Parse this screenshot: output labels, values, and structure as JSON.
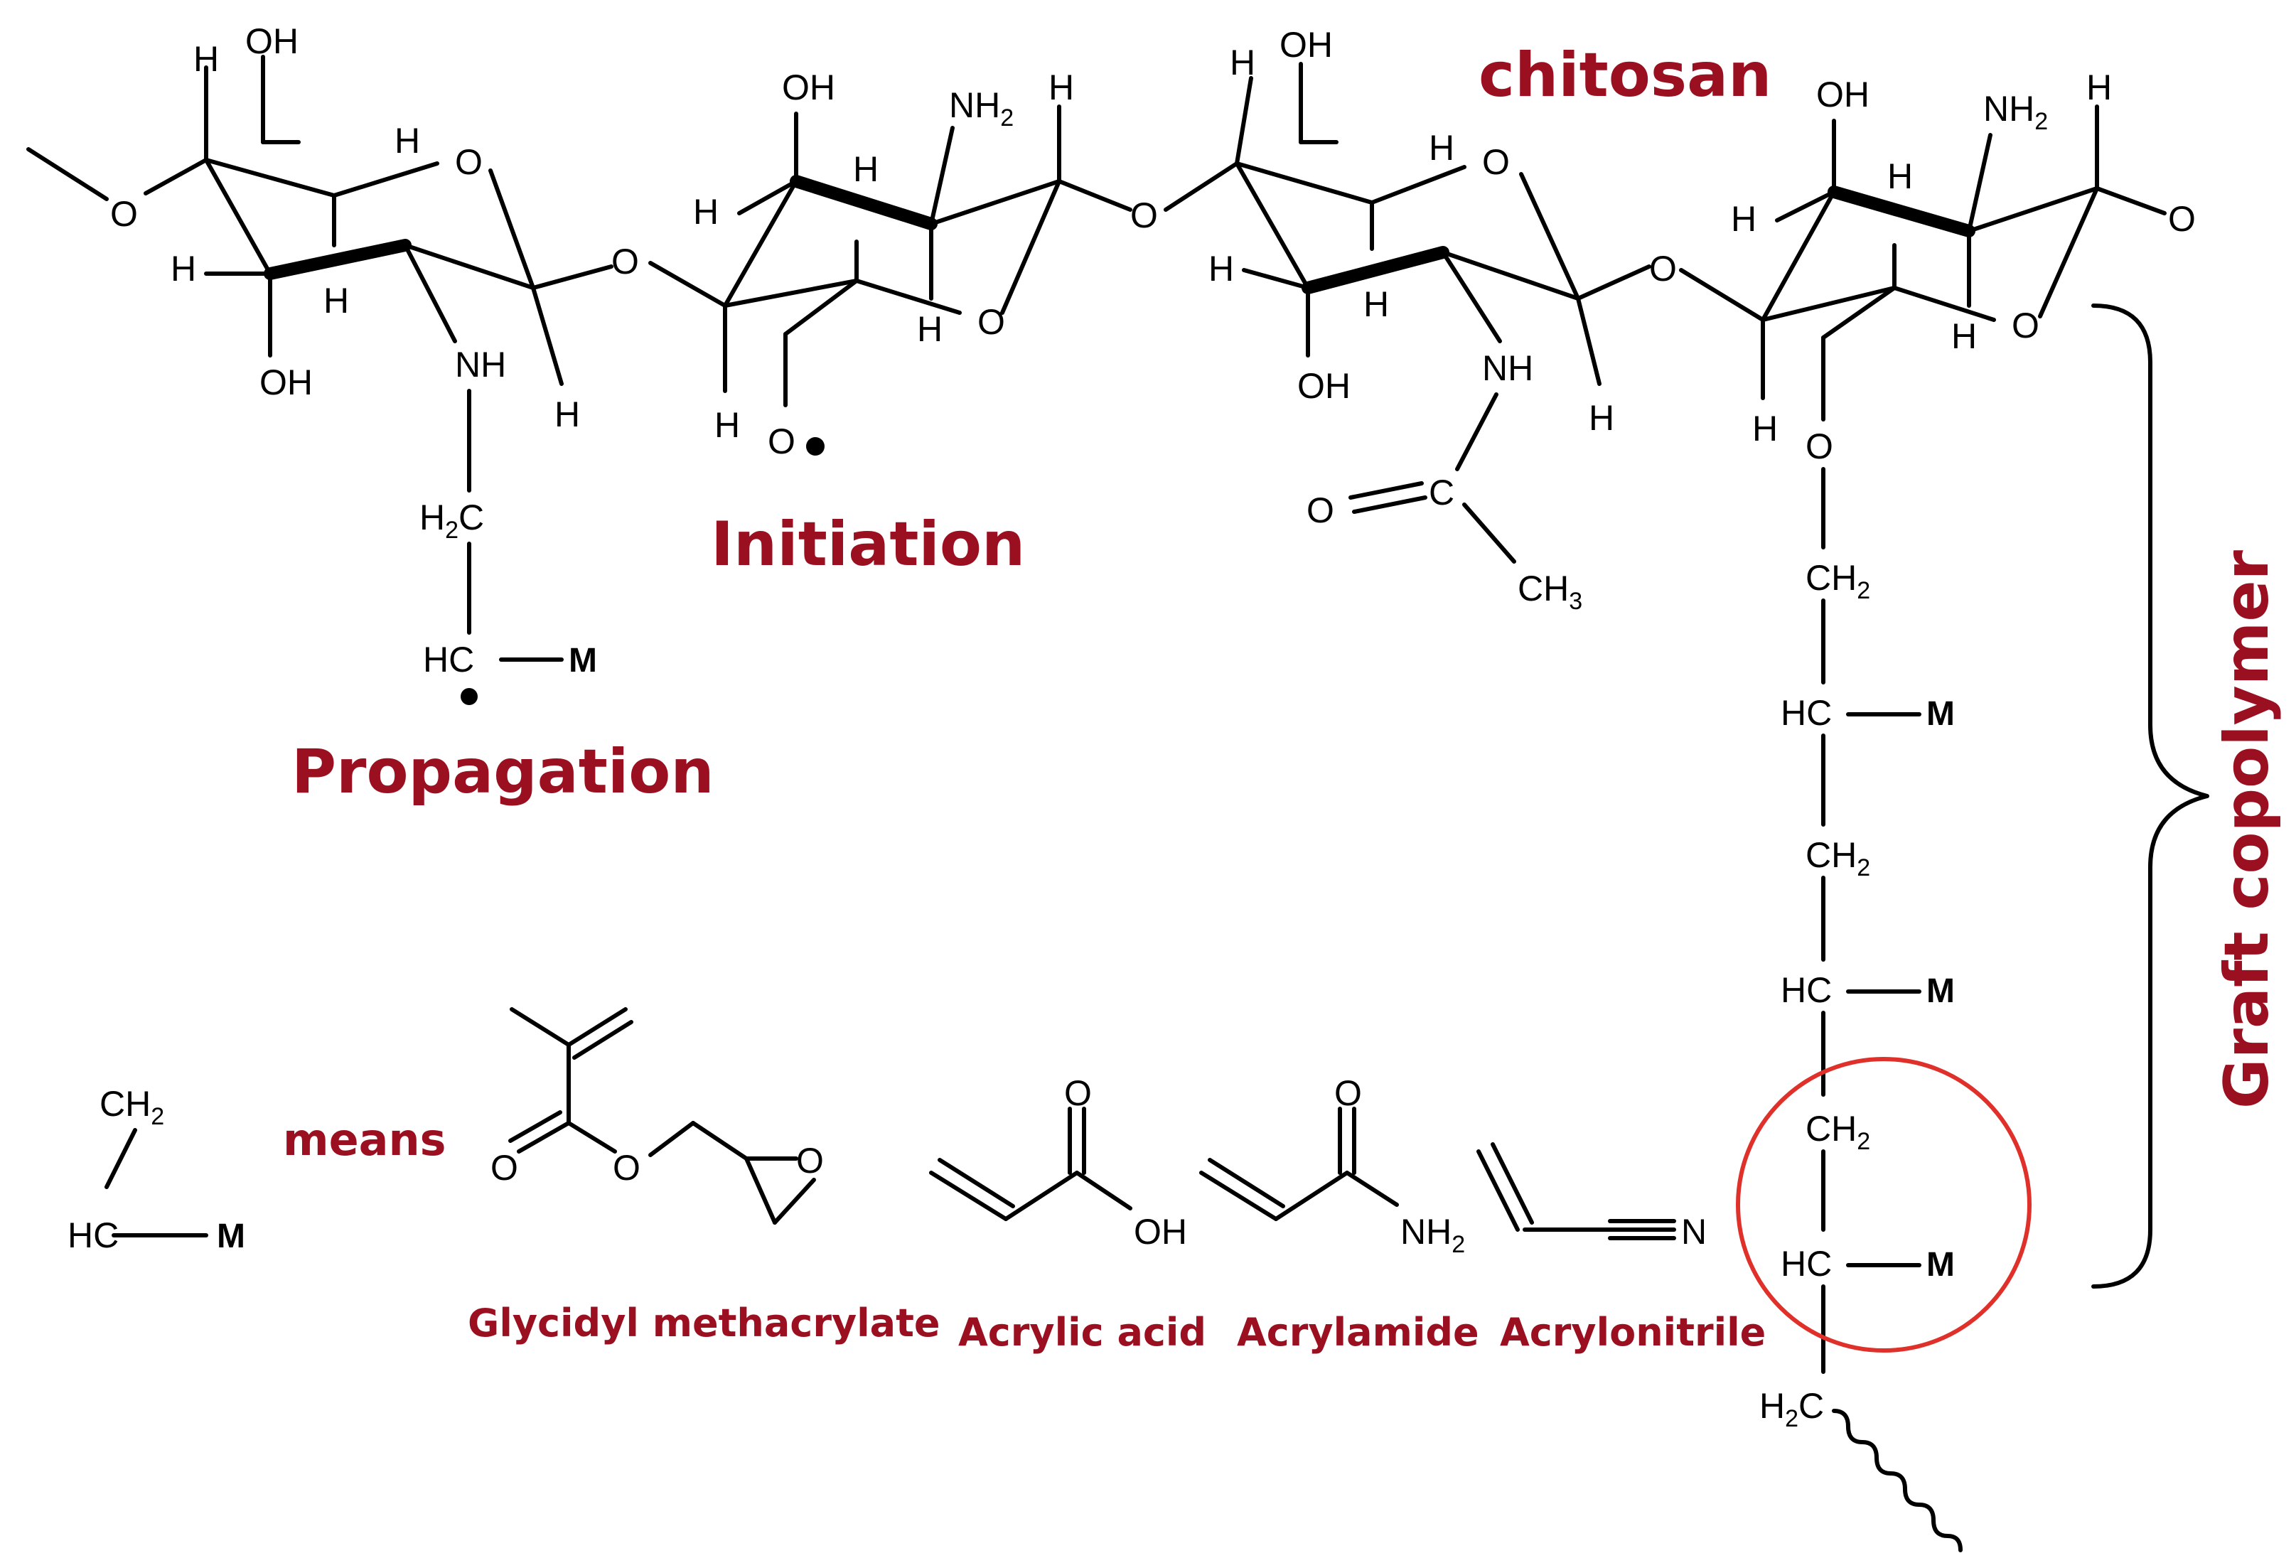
{
  "title_chitosan": "chitosan",
  "label_initiation": "Initiation",
  "label_propagation": "Propagation",
  "label_graft": "Graft copolymer",
  "label_means": "means",
  "monomers": {
    "gma": "Glycidyl methacrylate",
    "acrylic_acid": "Acrylic acid",
    "acrylamide": "Acrylamide",
    "acrylonitrile": "Acrylonitrile"
  },
  "atoms": {
    "H": "H",
    "OH": "OH",
    "O": "O",
    "NH": "NH",
    "NH2": "NH",
    "sub2": "2",
    "sub3": "3",
    "H2C": "H",
    "CH2": "CH",
    "HC": "HC",
    "C": "C",
    "CH3": "CH",
    "M": "M",
    "N": "N"
  },
  "colors": {
    "label_red": "#9b1020",
    "circle_red": "#e0302a",
    "ink": "#000000"
  }
}
